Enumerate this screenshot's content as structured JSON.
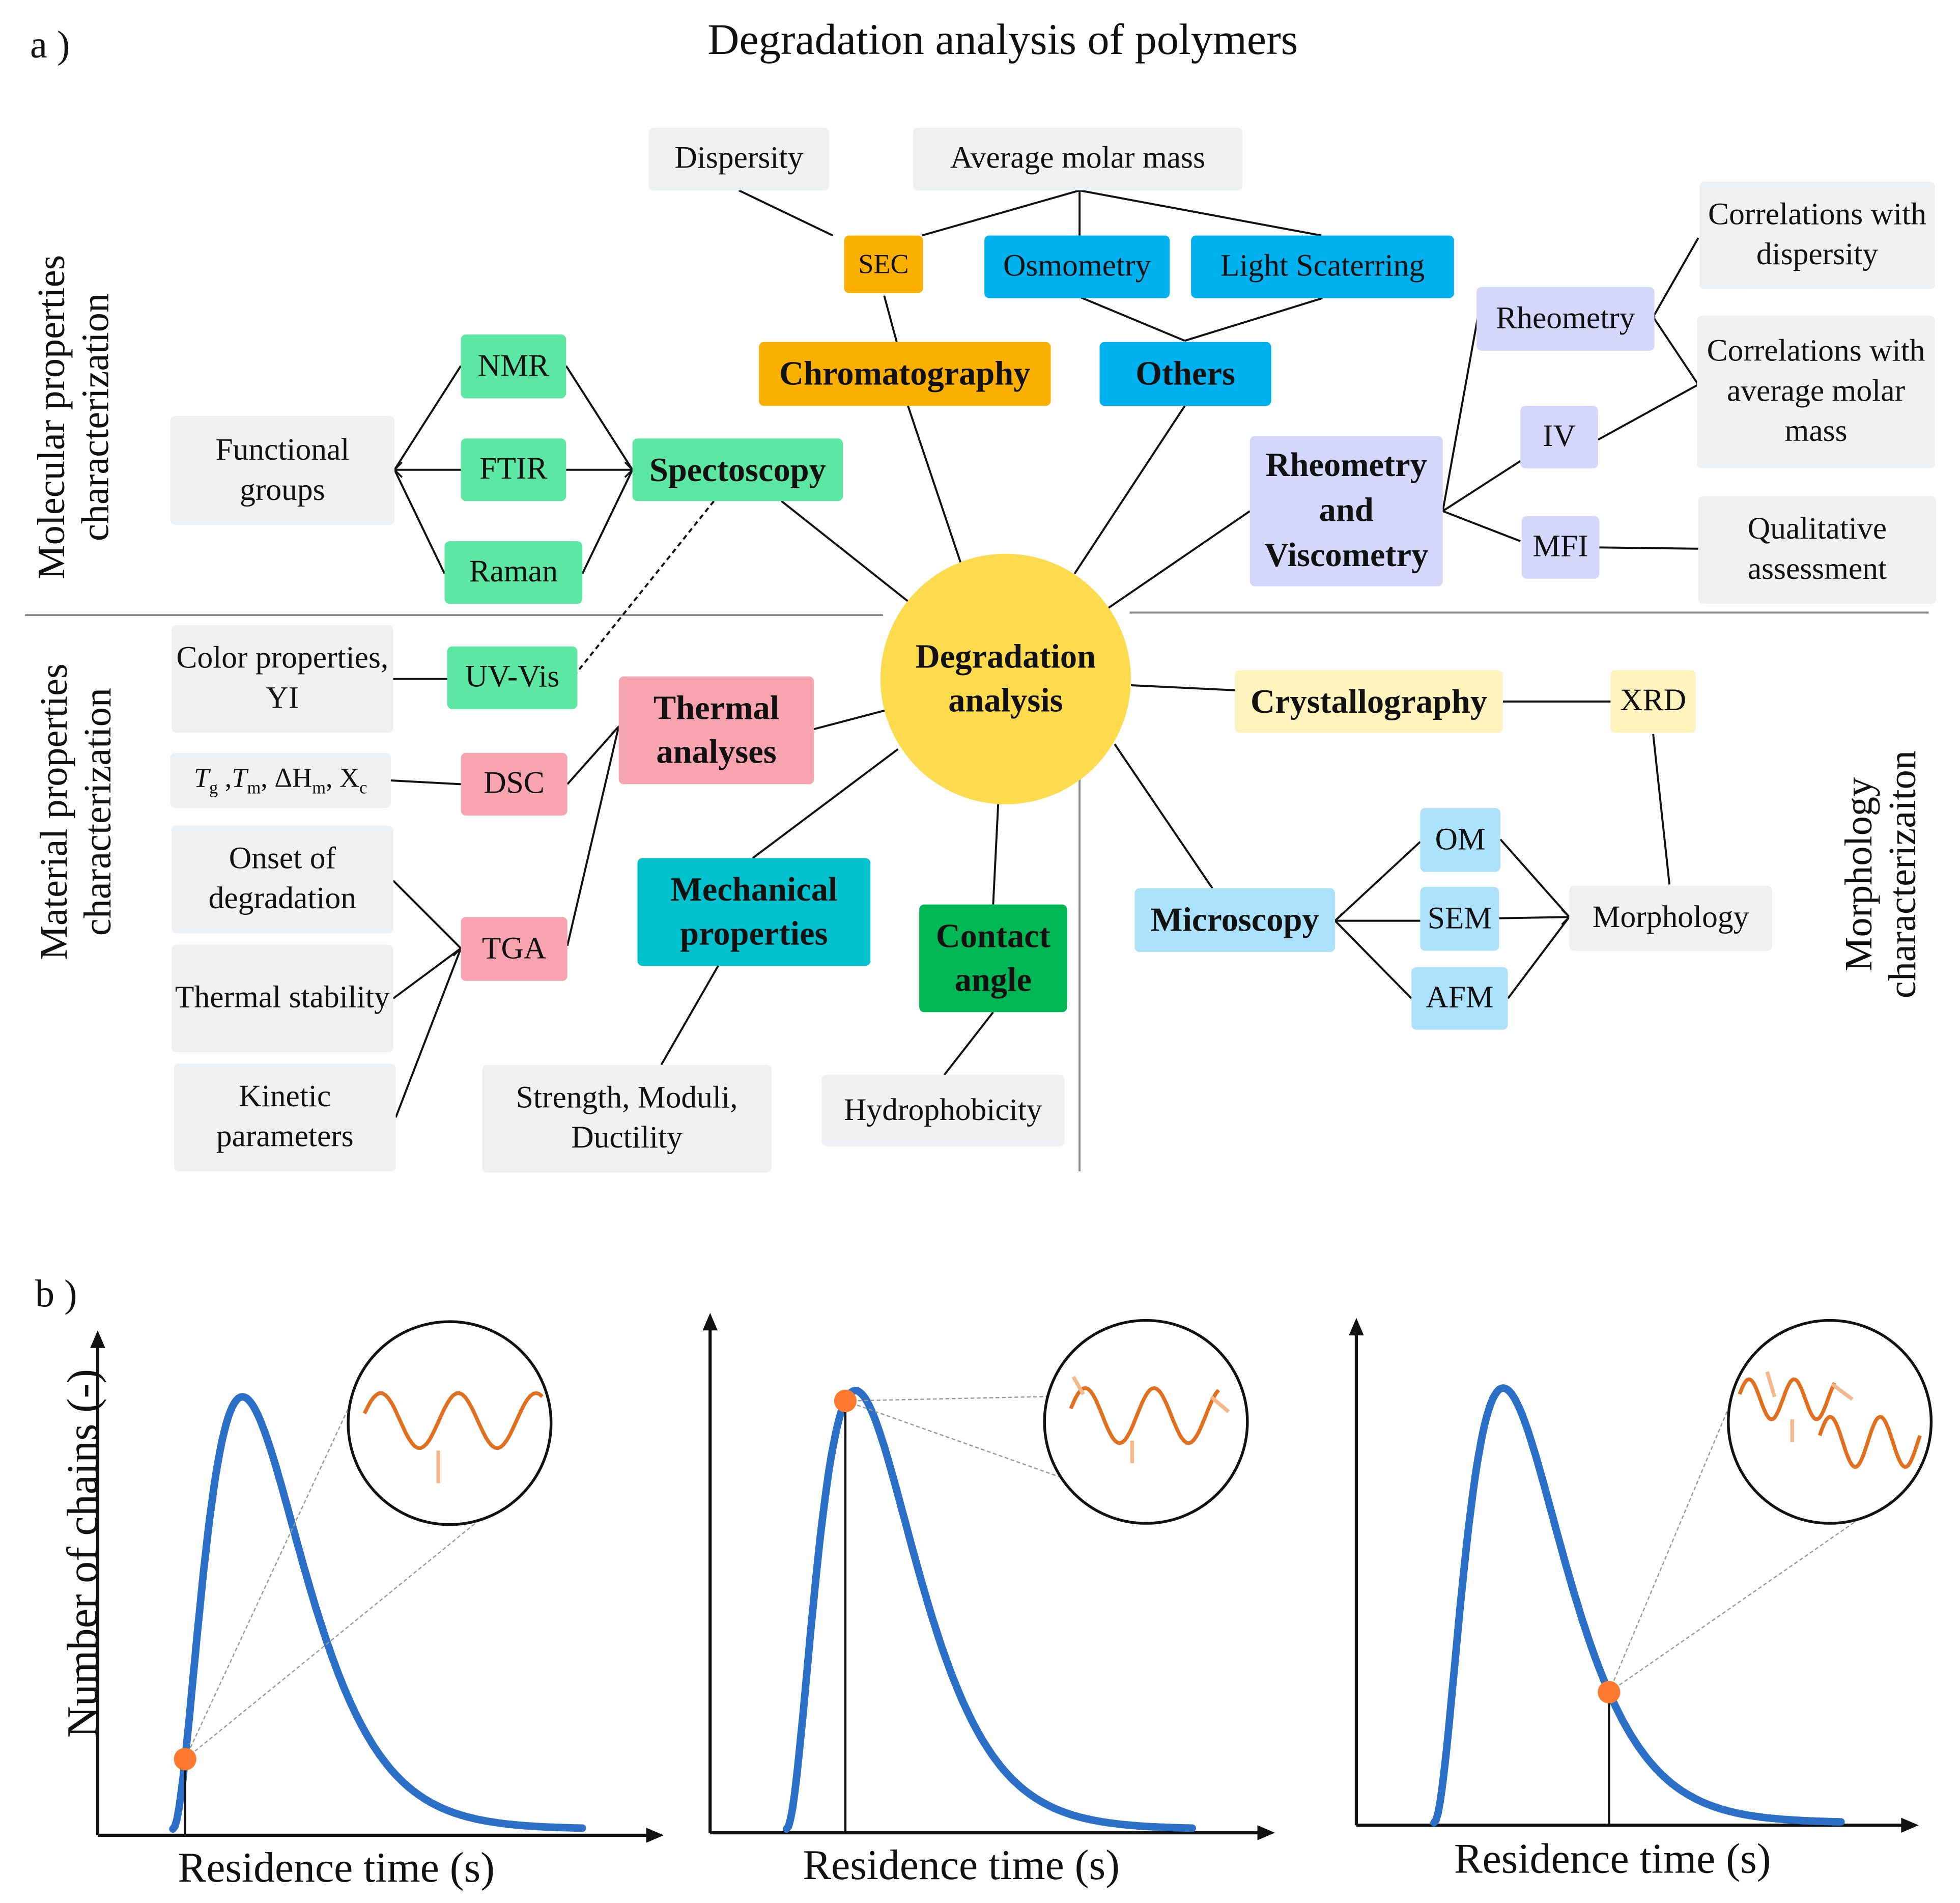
{
  "panel_a": {
    "label": "a )",
    "title": "Degradation analysis of polymers",
    "center": "Degradation analysis",
    "sections": {
      "molecular": "Molecular properties characterization",
      "material": "Material properties characterization",
      "morphology": "Morphology characterizaiton"
    },
    "nodes": {
      "dispersity": "Dispersity",
      "avg_molar_mass": "Average molar mass",
      "sec": "SEC",
      "osmometry": "Osmometry",
      "light_scattering": "Light Scaterring",
      "chromatography": "Chromatography",
      "others": "Others",
      "correlations_dispersity": "Correlations with dispersity",
      "rheometry": "Rheometry",
      "correlations_molar_mass": "Correlations with average molar mass",
      "iv": "IV",
      "rheometry_viscometry": "Rheometry and Viscometry",
      "mfi": "MFI",
      "qualitative": "Qualitative assessment",
      "nmr": "NMR",
      "functional_groups": "Functional groups",
      "ftir": "FTIR",
      "spectroscopy": "Spectoscopy",
      "raman": "Raman",
      "color_properties": "Color properties, YI",
      "uv_vis": "UV-Vis",
      "thermal_analyses": "Thermal analyses",
      "dsc": "DSC",
      "onset": "Onset of degradation",
      "tga": "TGA",
      "thermal_stability": "Thermal stability",
      "kinetic": "Kinetic parameters",
      "mechanical": "Mechanical properties",
      "strength": "Strength, Moduli, Ductility",
      "contact_angle": "Contact angle",
      "hydrophobicity": "Hydrophobicity",
      "crystallography": "Crystallography",
      "xrd": "XRD",
      "microscopy": "Microscopy",
      "om": "OM",
      "sem": "SEM",
      "afm": "AFM",
      "morphology": "Morphology"
    },
    "dsc_params": {
      "tg": "T",
      "tg_sub": "g",
      "tm": "T",
      "tm_sub": "m",
      "dh": "ΔH",
      "dh_sub": "m",
      "xc": "X",
      "xc_sub": "c"
    }
  },
  "panel_b": {
    "label": "b )",
    "ylabel": "Number of chains (-)",
    "xlabel": "Residence time (s)",
    "colors": {
      "curve": "#2b6fc7",
      "marker": "#ff7a2e",
      "chain": "#e07020",
      "branch": "#f5b88a"
    }
  },
  "chart_data": [
    {
      "type": "line",
      "xlabel": "Residence time (s)",
      "ylabel": "Number of chains (-)",
      "marker_position": "rising-edge"
    },
    {
      "type": "line",
      "xlabel": "Residence time (s)",
      "ylabel": "",
      "marker_position": "peak"
    },
    {
      "type": "line",
      "xlabel": "Residence time (s)",
      "ylabel": "",
      "marker_position": "descending-tail"
    }
  ]
}
